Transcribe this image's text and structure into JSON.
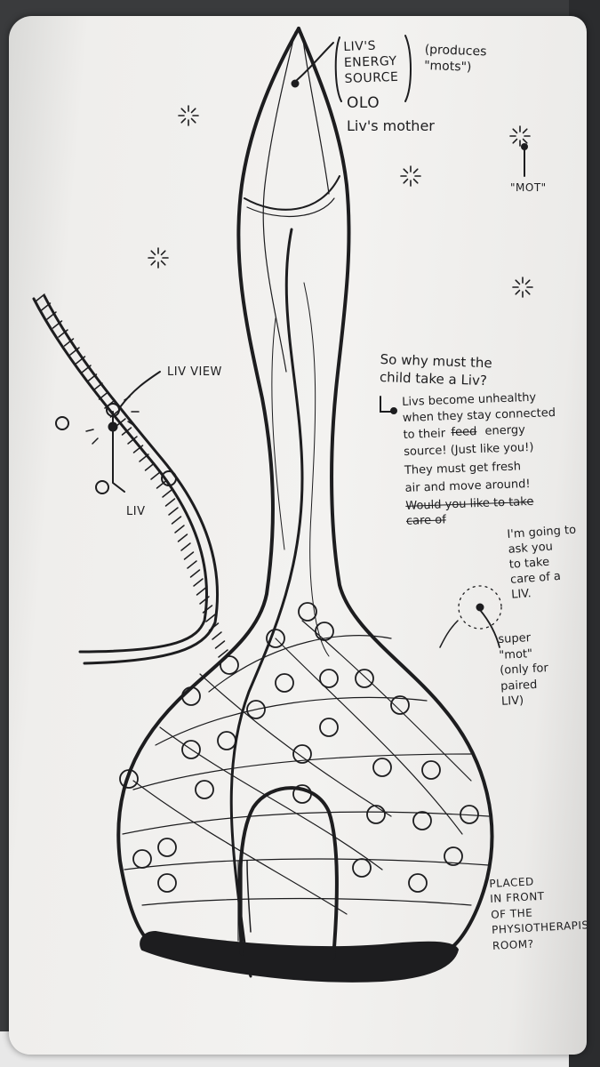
{
  "labels": {
    "energy_source": "LIV'S\nENERGY\nSOURCE",
    "produces": "(produces\n\"mots\")",
    "olo": "OLO",
    "livs_mother": "Liv's mother",
    "mot": "\"MOT\"",
    "liv_view": "LIV VIEW",
    "liv": "LIV",
    "super_mot": "super\n\"mot\"\n(only for\npaired\nLIV)",
    "placed": "PLACED\nIN FRONT\nOF THE\nPHYSIOTHERAPIST\nROOM?"
  },
  "notes": {
    "question": "So why must the\nchild take a Liv?",
    "answer": "Livs become unhealthy\nwhen they stay connected\nto their",
    "feed_strike": "feed",
    "energy_word": "energy",
    "answer2": "source! (Just like you!)\nThey must get fresh\nair and move around!",
    "strike_line1": "Would you like to take",
    "strike_line2": "care of",
    "continue": "I'm going to\nask you\nto take\ncare of a\nLIV."
  },
  "colors": {
    "ink": "#1d1d1f",
    "paper": "#f2f1ef",
    "desk": "#3a3b3d"
  }
}
